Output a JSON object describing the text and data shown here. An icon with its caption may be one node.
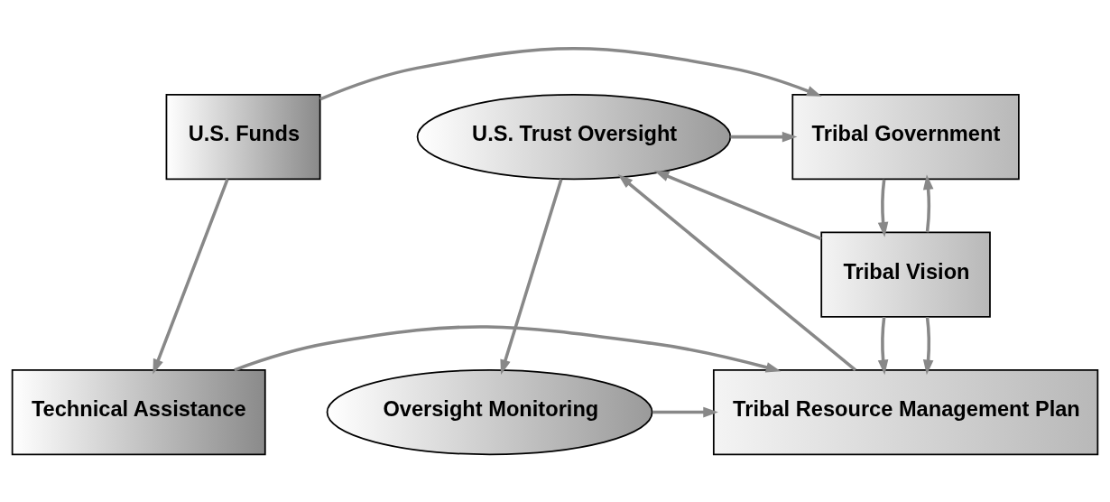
{
  "diagram": {
    "nodes": [
      {
        "text": [
          "U.S. Funds"
        ]
      },
      {
        "text": [
          "Tribal Government"
        ]
      },
      {
        "text": [
          "U.S. Trust Oversight"
        ]
      },
      {
        "text": [
          "Tribal Vision"
        ]
      },
      {
        "text": [
          "Technical Assistance"
        ]
      },
      {
        "text": [
          "Tribal Resource Management Plan"
        ]
      },
      {
        "text": [
          "Oversight Monitoring"
        ]
      }
    ],
    "edges": [
      {
        "from": 0,
        "to": 1,
        "arrow": "to"
      },
      {
        "from": 2,
        "to": 1,
        "arrow": "to"
      },
      {
        "from": 1,
        "to": 3,
        "arrow": "to"
      },
      {
        "from": 3,
        "to": 1,
        "arrow": "to"
      },
      {
        "from": 3,
        "to": 2,
        "arrow": "to"
      },
      {
        "from": 0,
        "to": 4,
        "arrow": "to"
      },
      {
        "from": 3,
        "to": 5,
        "arrow": "to"
      },
      {
        "from": 3,
        "to": 5,
        "arrow": "to"
      },
      {
        "from": 5,
        "to": 2,
        "arrow": "to"
      },
      {
        "from": 2,
        "to": 6,
        "arrow": "to"
      },
      {
        "from": 4,
        "to": 5,
        "arrow": "to"
      },
      {
        "from": 6,
        "to": 5,
        "arrow": "to"
      }
    ]
  }
}
